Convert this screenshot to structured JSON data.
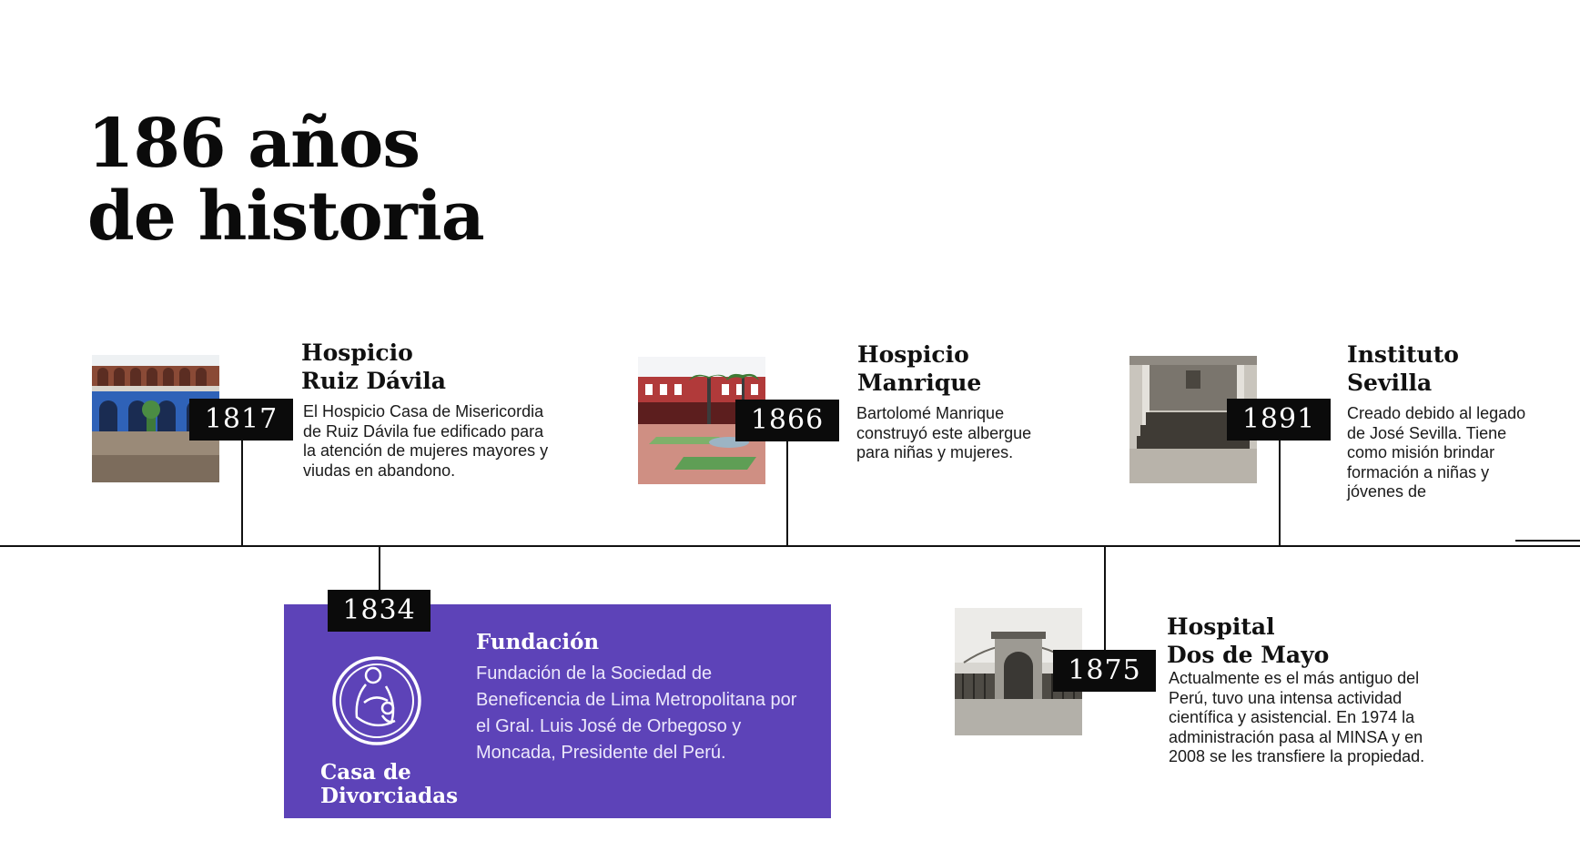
{
  "page": {
    "title_line1": "186 años",
    "title_line2": "de historia"
  },
  "colors": {
    "panel_bg": "#5d43b8",
    "year_badge_bg": "#0b0b0b",
    "axis": "#111111"
  },
  "events": {
    "e1817": {
      "year": "1817",
      "title_line1": "Hospicio",
      "title_line2": "Ruiz Dávila",
      "description": "El Hospicio Casa de Misericordia de Ruiz Dávila fue edificado para la atención de mujeres mayores y viudas en abandono."
    },
    "e1834": {
      "year": "1834",
      "title": "Fundación",
      "description": "Fundación de la Sociedad de Beneficencia de Lima Metropolitana por el Gral. Luis José de Orbegoso y Moncada, Presidente del Perú.",
      "logo_line1": "Casa de",
      "logo_line2": "Divorciadas"
    },
    "e1866": {
      "year": "1866",
      "title_line1": "Hospicio",
      "title_line2": "Manrique",
      "description": "Bartolomé Manrique construyó este albergue para niñas y mujeres."
    },
    "e1875": {
      "year": "1875",
      "title_line1": "Hospital",
      "title_line2": "Dos de Mayo",
      "description": "Actualmente es el más antiguo del Perú, tuvo una intensa actividad científica y asistencial. En 1974 la administración pasa al MINSA y en 2008 se les transfiere la propiedad."
    },
    "e1891": {
      "year": "1891",
      "title_line1": "Instituto",
      "title_line2": "Sevilla",
      "description": "Creado debido al legado de José Sevilla. Tiene como misión brindar formación a niñas y jóvenes de"
    }
  }
}
